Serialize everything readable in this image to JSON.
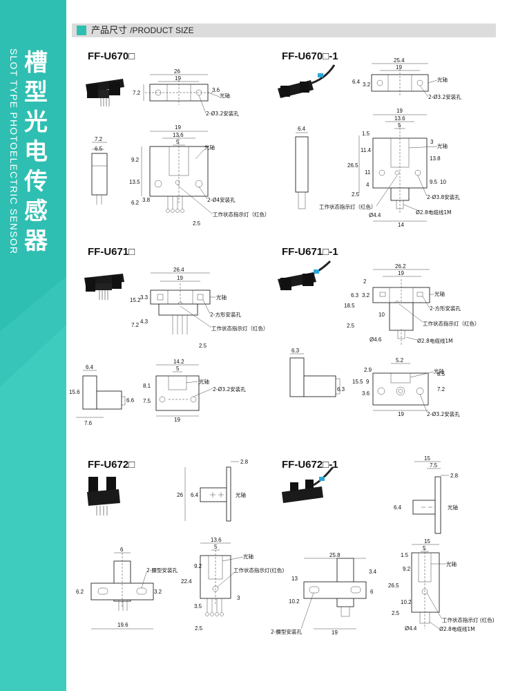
{
  "sidebar": {
    "title_cn": "槽型光电传感器",
    "title_en": "SLOT TYPE PHOTOELECTRIC SENSOR",
    "color": "#2fbfb2"
  },
  "header": {
    "title_cn": "产品尺寸",
    "title_en": "/PRODUCT SIZE"
  },
  "models": {
    "u670": "FF-U670□",
    "u670_1": "FF-U670□-1",
    "u671": "FF-U671□",
    "u671_1": "FF-U671□-1",
    "u672": "FF-U672□",
    "u672_1": "FF-U672□-1"
  },
  "labels": {
    "optical_axis": "光轴",
    "hole_32": "2-Ø3.2安装孔",
    "hole_4": "2-Ø4安装孔",
    "hole_38": "2-Ø3.8安装孔",
    "hole_square": "2-方形安装孔",
    "hole_waist": "2-腰型安装孔",
    "indicator": "工作状态指示灯（红色）",
    "indicator_b": "工作状态指示灯(红色)",
    "indicator_c": "工作状态指示灯 (红色)",
    "cable": "Ø2.8电缆线1M",
    "dia44": "Ø4.4",
    "dia46": "Ø4.6"
  },
  "dims": {
    "a1": {
      "w26": "26",
      "w19": "19",
      "h72": "7.2",
      "h36": "3.6"
    },
    "a2": {
      "h72": "7.2",
      "h65": "6.5"
    },
    "a3": {
      "w19": "19",
      "w136": "13.6",
      "w5": "5",
      "h92": "9.2",
      "h135": "13.5",
      "h62": "6.2",
      "h38": "3.8",
      "h25": "2.5"
    },
    "b1": {
      "w254": "25.4",
      "w19": "19",
      "h64": "6.4",
      "h32": "3.2"
    },
    "b2": {
      "w64": "6.4"
    },
    "b3": {
      "w19": "19",
      "w136": "13.6",
      "w5": "5",
      "h15": "1.5",
      "h114": "11.4",
      "h265": "26.5",
      "h11": "11",
      "h4": "4",
      "h25": "2.5",
      "h3": "3",
      "h138": "13.8",
      "h95": "9.5",
      "h10": "10",
      "w14": "14"
    },
    "c1": {
      "w264": "26.4",
      "w19": "19",
      "h33": "3.3",
      "h152": "15.2",
      "h72": "7.2",
      "h43": "4.3",
      "w25": "2.5"
    },
    "c2": {
      "w64": "6.4",
      "h156": "15.6",
      "h66": "6.6",
      "w76": "7.6"
    },
    "c3": {
      "w142": "14.2",
      "w5": "5",
      "h81": "8.1",
      "h75": "7.5",
      "w19": "19"
    },
    "d1": {
      "w262": "26.2",
      "w19": "19",
      "w2": "2",
      "h63": "6.3",
      "h32": "3.2",
      "h185": "18.5",
      "h10": "10",
      "h25": "2.5"
    },
    "d2": {
      "w63": "6.3",
      "h63": "6.3"
    },
    "d3": {
      "w52": "5.2",
      "w29": "2.9",
      "h155": "15.5",
      "h9": "9",
      "h36": "3.6",
      "h85": "8.5",
      "h72": "7.2",
      "w19": "19"
    },
    "e1": {
      "w28": "2.8",
      "h26": "26",
      "h64": "6.4"
    },
    "e2": {
      "w6": "6",
      "h62": "6.2",
      "h32": "3.2",
      "w196": "19.6"
    },
    "e3": {
      "w136": "13.6",
      "w5": "5",
      "h92": "9.2",
      "h224": "22.4",
      "h35": "3.5",
      "h3": "3",
      "w25": "2.5"
    },
    "f1": {
      "w15": "15",
      "w75": "7.5",
      "w28": "2.8",
      "h64": "6.4"
    },
    "f2": {
      "w258": "25.8",
      "w34": "3.4",
      "h13": "13",
      "h102": "10.2",
      "h6": "6",
      "w19": "19"
    },
    "f3": {
      "w15": "15",
      "w5": "5",
      "h15": "1.5",
      "h92": "9.2",
      "h265": "26.5",
      "h102": "10.2",
      "h25": "2.5"
    }
  }
}
